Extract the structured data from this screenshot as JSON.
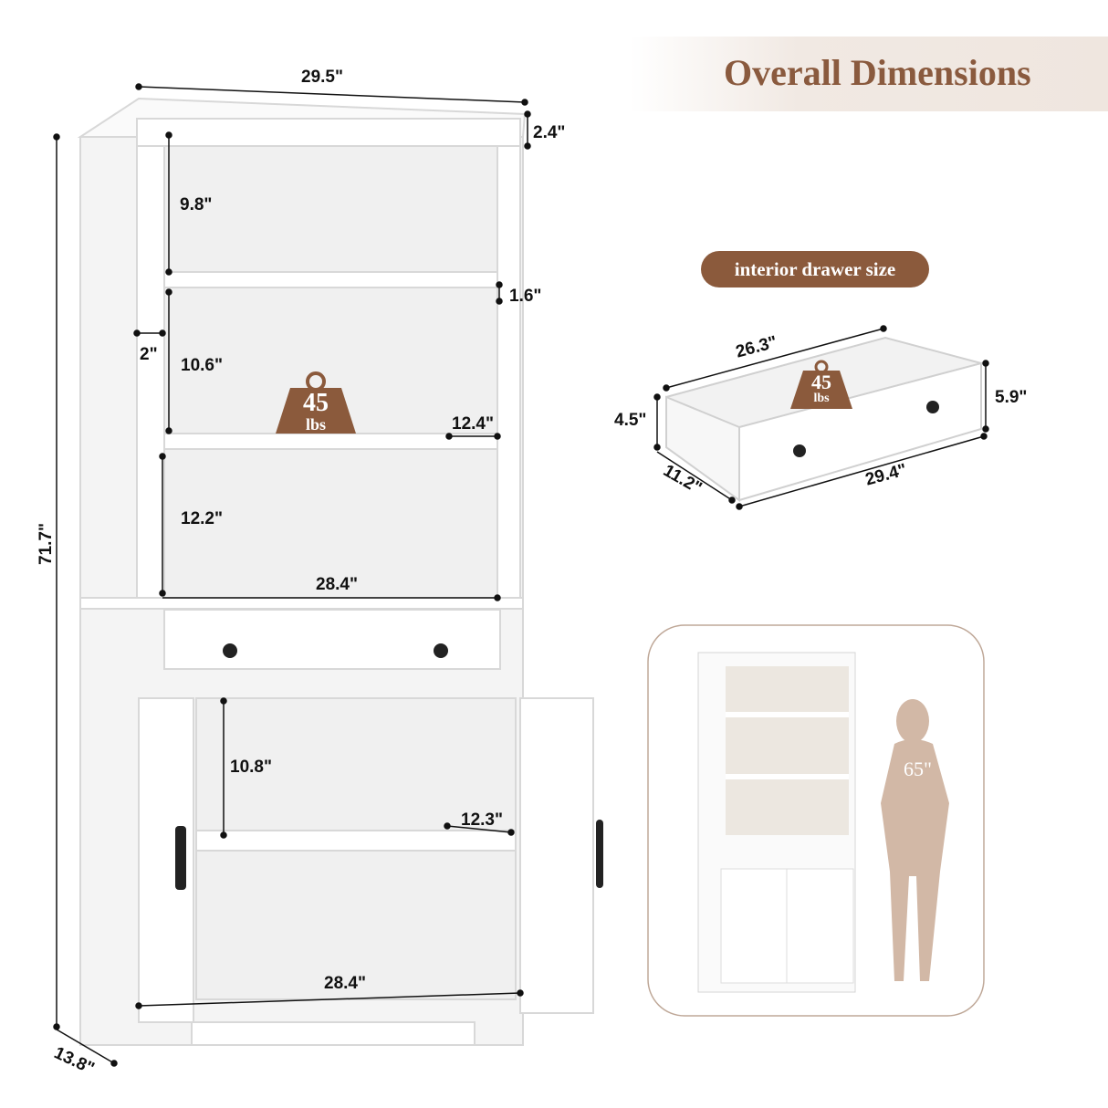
{
  "title": "Overall Dimensions",
  "drawer_badge": "interior drawer size",
  "weight_capacity": {
    "value": "45",
    "unit": "lbs"
  },
  "person_height": "65\"",
  "colors": {
    "accent": "#8b5a3c",
    "cabinet": "#ffffff",
    "silhouette": "#d2b8a6"
  },
  "cabinet_dimensions": {
    "width": "29.5\"",
    "crown": "2.4\"",
    "shelf1_height": "9.8\"",
    "shelf_thickness": "1.6\"",
    "side_thickness": "2\"",
    "shelf2_height": "10.6\"",
    "shelf_depth": "12.4\"",
    "shelf3_height": "12.2\"",
    "inner_width_upper": "28.4\"",
    "total_height": "71.7\"",
    "cabinet_shelf_height": "10.8\"",
    "cabinet_shelf_depth": "12.3\"",
    "inner_width_lower": "28.4\"",
    "depth": "13.8\""
  },
  "drawer_dimensions": {
    "inner_width": "26.3\"",
    "inner_height": "4.5\"",
    "outer_height": "5.9\"",
    "inner_depth": "11.2\"",
    "outer_width": "29.4\""
  }
}
